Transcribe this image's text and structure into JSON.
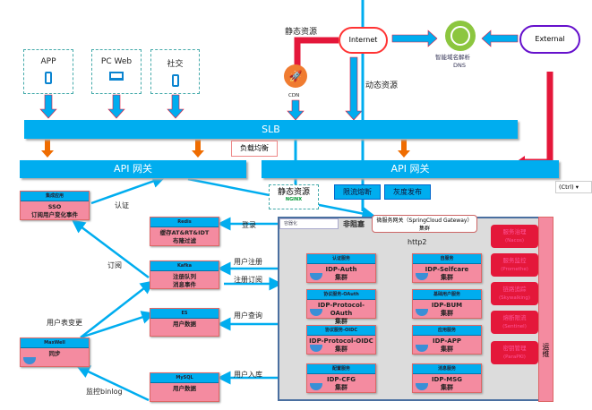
{
  "clients": [
    {
      "label": "APP",
      "icon": "mobile-icon"
    },
    {
      "label": "PC Web",
      "icon": "laptop-icon"
    },
    {
      "label": "社交",
      "icon": "mobile-icon"
    }
  ],
  "top": {
    "static_res": "静态资源",
    "dynamic_res": "动态资源",
    "internet": "Internet",
    "external": "External",
    "dns_name": "智能域名解析",
    "dns": "DNS",
    "cdn": "CDN"
  },
  "slb": "SLB",
  "load_balance": "负载均衡",
  "api_gw_left": "API 网关",
  "api_gw_right": "API 网关",
  "static_box": {
    "title": "静态资源",
    "logo": "NGINX"
  },
  "buttons": [
    "限流熔断",
    "灰度发布"
  ],
  "ctrl": "(Ctrl) ▾",
  "container": {
    "label": "容器化",
    "nonblocking": "非阻塞",
    "gateway_l1": "微服务网关（SpringCloud Gateway）",
    "gateway_l2": "集群",
    "http2": "http2",
    "ops_bar": "运维"
  },
  "services": [
    {
      "head": "认证服务",
      "name": "IDP-Auth",
      "sub": "集群"
    },
    {
      "head": "自服务",
      "name": "IDP-Selfcare",
      "sub": "集群"
    },
    {
      "head": "协议服务-OAuth",
      "name": "IDP-Protocol-OAuth",
      "sub": "集群"
    },
    {
      "head": "基础用户服务",
      "name": "IDP-BUM",
      "sub": "集群"
    },
    {
      "head": "协议服务-OIDC",
      "name": "IDP-Protocol-OIDC",
      "sub": "集群"
    },
    {
      "head": "应用服务",
      "name": "IDP-APP",
      "sub": "集群"
    },
    {
      "head": "配置服务",
      "name": "IDP-CFG",
      "sub": "集群"
    },
    {
      "head": "消息服务",
      "name": "IDP-MSG",
      "sub": "集群"
    }
  ],
  "ops": [
    {
      "name": "服务治理",
      "tool": "(Nacos)"
    },
    {
      "name": "服务监控",
      "tool": "(Promethe)"
    },
    {
      "name": "链路追踪",
      "tool": "(Skywalking)"
    },
    {
      "name": "熔断限流",
      "tool": "(Sentinel)"
    },
    {
      "name": "密钥管理",
      "tool": "(ParaPKI)"
    }
  ],
  "left_cards": {
    "sso": {
      "head": "集成应用",
      "l1": "SSO",
      "l2": "订阅用户变化事件"
    },
    "redis": {
      "head": "Redis",
      "l1": "缓存AT&RT&IDT",
      "l2": "布隆过滤"
    },
    "kafka": {
      "head": "Kafka",
      "l1": "注册队列",
      "l2": "消息事件"
    },
    "es": {
      "head": "ES",
      "l1": "用户数据"
    },
    "maxwell": {
      "head": "MaxWell",
      "l1": "同步"
    },
    "mysql": {
      "head": "MySQL",
      "l1": "用户数据"
    }
  },
  "edge_labels": {
    "auth": "认证",
    "login": "登录",
    "subscribe": "订阅",
    "register": "用户注册",
    "reg_sub": "注册订阅",
    "table_change": "用户表变更",
    "query": "用户查询",
    "binlog": "监控binlog",
    "store": "用户入库"
  },
  "colors": {
    "blue": "#00adef",
    "pink": "#f48ba0",
    "red": "#e4173a",
    "orange": "#ef6c00"
  }
}
